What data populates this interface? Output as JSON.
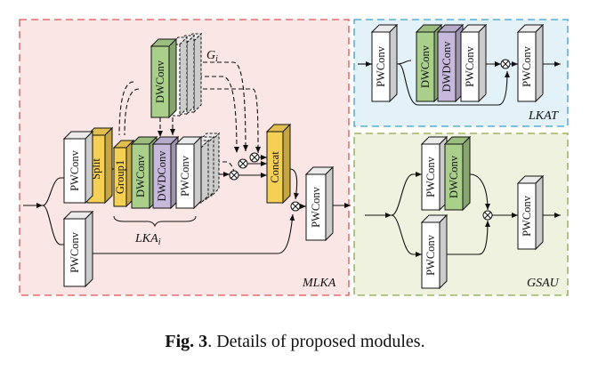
{
  "colors": {
    "mlka_bg": "#fbe6e6",
    "mlka_border": "#d95555",
    "lkat_bg": "#e3f1f8",
    "lkat_border": "#3aa0cc",
    "gsau_bg": "#eef2df",
    "gsau_border": "#8aa64a",
    "dwconv": "#a9cf8a",
    "dwdconv": "#c6b9dc",
    "yellow": "#f6cf55",
    "white_block": "#ffffff"
  },
  "panels": {
    "mlka": {
      "label": "MLKA"
    },
    "lkat": {
      "label": "LKAT"
    },
    "gsau": {
      "label": "GSAU"
    }
  },
  "labels": {
    "group_sym": "G",
    "group_sub": "i",
    "lka_sym": "LKA",
    "lka_sub": "i"
  },
  "blocks": {
    "pwconv": "PWConv",
    "dwconv": "DWConv",
    "dwdconv": "DWDConv",
    "split": "Split",
    "concat": "Concat",
    "group1": "Group1"
  },
  "caption": {
    "bold": "Fig. 3",
    "text": ".  Details of proposed modules."
  }
}
